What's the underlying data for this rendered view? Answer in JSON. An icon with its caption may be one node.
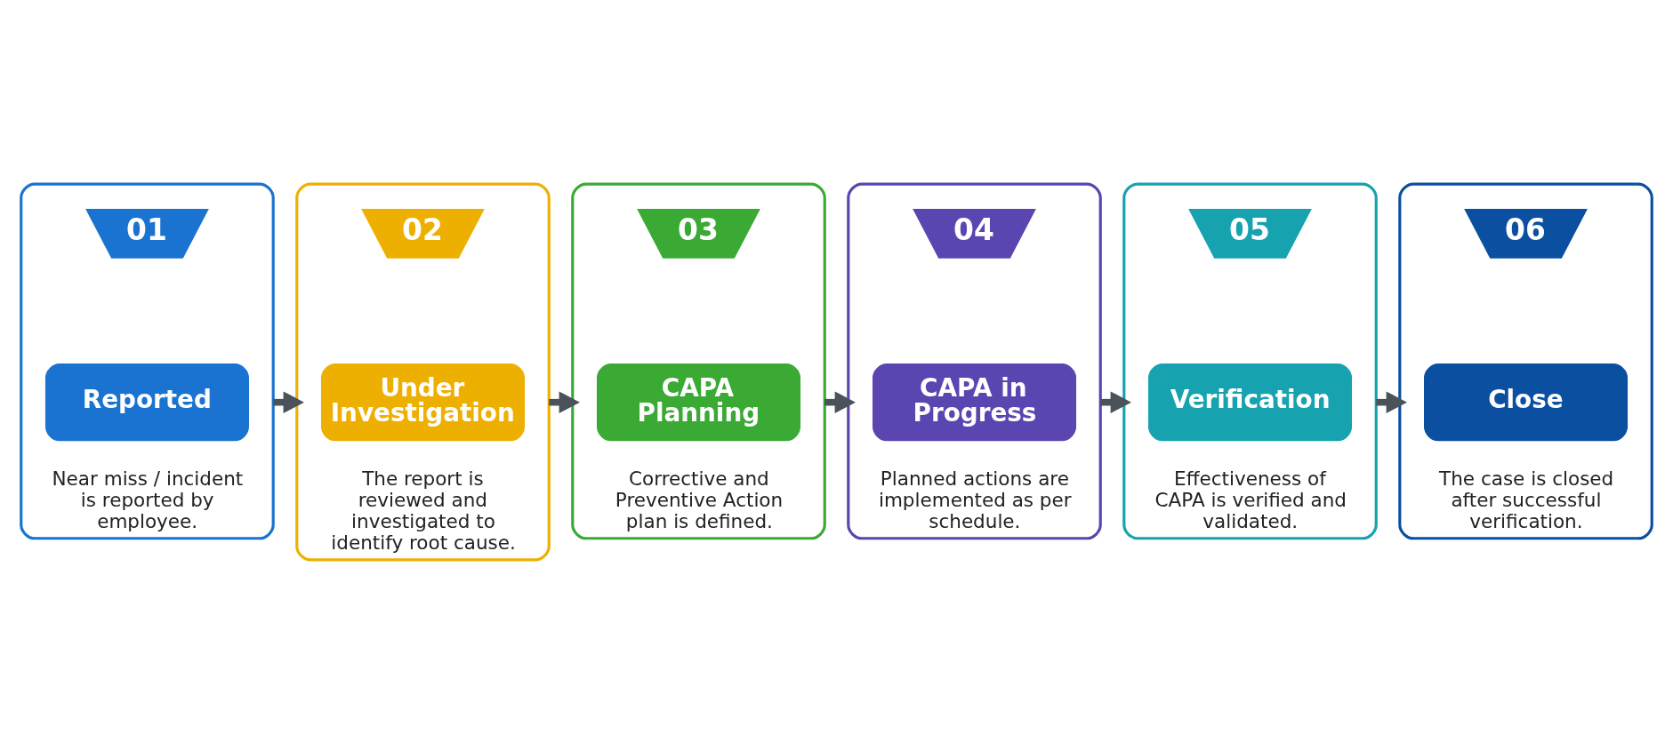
{
  "diagram": {
    "nodes": [
      {
        "text": [
          "Near miss / incident is reported by employee."
        ]
      },
      {
        "text": [
          "01"
        ],
        "in": 0
      },
      {
        "text": [
          "Reported"
        ],
        "in": 0
      },
      {
        "text": [
          "The report is reviewed and investigated to identify root cause."
        ]
      },
      {
        "text": [
          "02"
        ],
        "in": 3
      },
      {
        "text": [
          "Under Investigation"
        ],
        "in": 3
      },
      {
        "text": [
          "Corrective and Preventive Action plan is defined."
        ]
      },
      {
        "text": [
          "03"
        ],
        "in": 6
      },
      {
        "text": [
          "CAPA Planning"
        ],
        "in": 6
      },
      {
        "text": [
          "Planned actions are implemented as per schedule."
        ]
      },
      {
        "text": [
          "04"
        ],
        "in": 9
      },
      {
        "text": [
          "CAPA in Progress"
        ],
        "in": 9
      },
      {
        "text": [
          "Effectiveness of CAPA is verified and validated."
        ]
      },
      {
        "text": [
          "05"
        ],
        "in": 12
      },
      {
        "text": [
          "Verification"
        ],
        "in": 12
      },
      {
        "text": [
          "The case is closed after successful verification."
        ]
      },
      {
        "text": [
          "06"
        ],
        "in": 15
      },
      {
        "text": [
          "Close"
        ],
        "in": 15
      }
    ],
    "edges": [
      {
        "from": 0,
        "to": 3,
        "arrow": "to"
      },
      {
        "from": 3,
        "to": 6,
        "arrow": "to"
      },
      {
        "from": 6,
        "to": 9,
        "arrow": "to"
      },
      {
        "from": 9,
        "to": 12,
        "arrow": "to"
      },
      {
        "from": 12,
        "to": 15,
        "arrow": "to"
      }
    ]
  }
}
